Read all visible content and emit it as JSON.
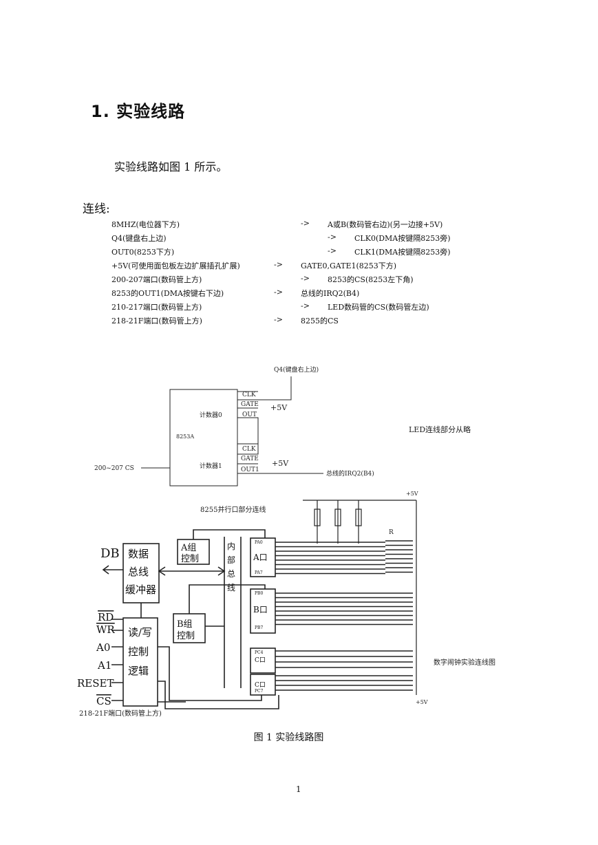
{
  "section": {
    "heading": "1. 实验线路",
    "intro": "实验线路如图 1 所示。"
  },
  "connections": {
    "title": "连线:",
    "rows": [
      {
        "from": "8MHZ(电位器下方)",
        "arrow": "->",
        "to": "A或B(数码管右边)(另一边接+5V)"
      },
      {
        "from": "Q4(键盘右上边)",
        "arrow": "->",
        "to": "CLK0(DMA按键隔8253旁)"
      },
      {
        "from": "OUT0(8253下方)",
        "arrow": "->",
        "to": "CLK1(DMA按键隔8253旁)"
      },
      {
        "from": "+5V(可使用面包板左边扩展插孔扩展)",
        "arrow": "->",
        "to": "GATE0,GATE1(8253下方)"
      },
      {
        "from": "200-207端口(数码管上方)",
        "arrow": "->",
        "to": "8253的CS(8253左下角)"
      },
      {
        "from": "8253的OUT1(DMA按键右下边)",
        "arrow": "->",
        "to": "总线的IRQ2(B4)"
      },
      {
        "from": "210-217端口(数码管上方)",
        "arrow": "->",
        "to": "LED数码管的CS(数码管左边)"
      },
      {
        "from": "218-21F端口(数码管上方)",
        "arrow": "->",
        "to": "8255的CS"
      }
    ]
  },
  "diagram8253": {
    "q4_label": "Q4(键盘右上边)",
    "chip": "8253A",
    "counter0": "计数器0",
    "counter1": "计数器1",
    "clk": "CLK",
    "gate": "GATE",
    "out0": "OUT",
    "out1": "OUT1",
    "plus5v": "+5V",
    "cs_label": "200~207   CS",
    "irq_label": "总线的IRQ2(B4)",
    "led_note": "LED连线部分从略"
  },
  "diagram8255": {
    "title": "8255并行口部分连线",
    "plus5v": "+5V",
    "r_label": "R",
    "db": "DB",
    "buffer": [
      "数据",
      "总线",
      "缓冲器"
    ],
    "rw": [
      "读/写",
      "控制",
      "逻辑"
    ],
    "groupA": [
      "A组",
      "控制"
    ],
    "groupB": [
      "B组",
      "控制"
    ],
    "internal_bus": [
      "内",
      "部",
      "总",
      "线"
    ],
    "portA": "A口",
    "portB": "B口",
    "portC_upper": "C口",
    "portC_lower": "C口",
    "pa0": "PA0",
    "pa7": "PA7",
    "pb0": "PB0",
    "pb7": "PB7",
    "pc4": "PC4",
    "pc7": "PC7",
    "pins": [
      "RD",
      "WR",
      "A0",
      "A1",
      "RESET",
      "CS"
    ],
    "cs_port": "218-21F端口(数码管上方)",
    "clock_note": "数字闹钟实验连线图"
  },
  "caption": "图 1  实验线路图",
  "page_number": "1"
}
